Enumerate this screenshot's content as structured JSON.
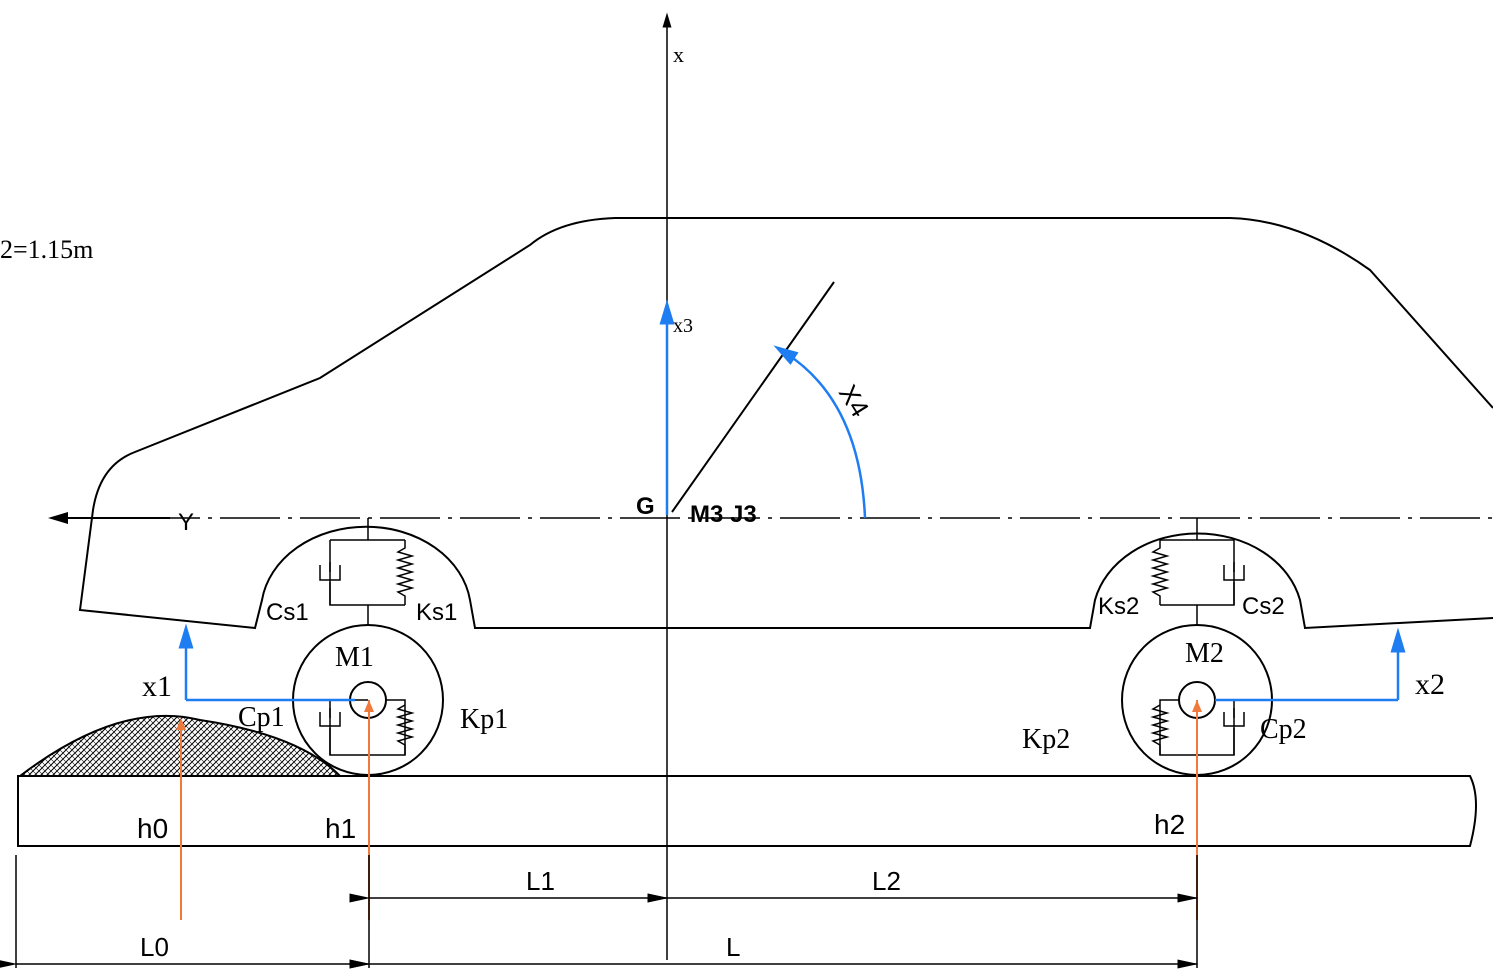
{
  "note": "2=1.15m",
  "axes": {
    "vertical": "x",
    "horizontal": "Y"
  },
  "center": {
    "point": "G",
    "mass": "M3 J3"
  },
  "dofs": {
    "x3": "x3",
    "x4": "X4",
    "x1": "x1",
    "x2": "x2"
  },
  "front": {
    "mass": "M1",
    "damper_s": "Cs1",
    "spring_s": "Ks1",
    "damper_p": "Cp1",
    "spring_p": "Kp1"
  },
  "rear": {
    "mass": "M2",
    "damper_s": "Cs2",
    "spring_s": "Ks2",
    "damper_p": "Cp2",
    "spring_p": "Kp2"
  },
  "road_inputs": [
    "h0",
    "h1",
    "h2"
  ],
  "dimensions": {
    "L0": "L0",
    "L1": "L1",
    "L2": "L2",
    "L": "L"
  },
  "colors": {
    "blue": "#1f7df2",
    "dark_blue": "#1d35e0",
    "orange": "#f07a3c",
    "line": "#000000"
  }
}
